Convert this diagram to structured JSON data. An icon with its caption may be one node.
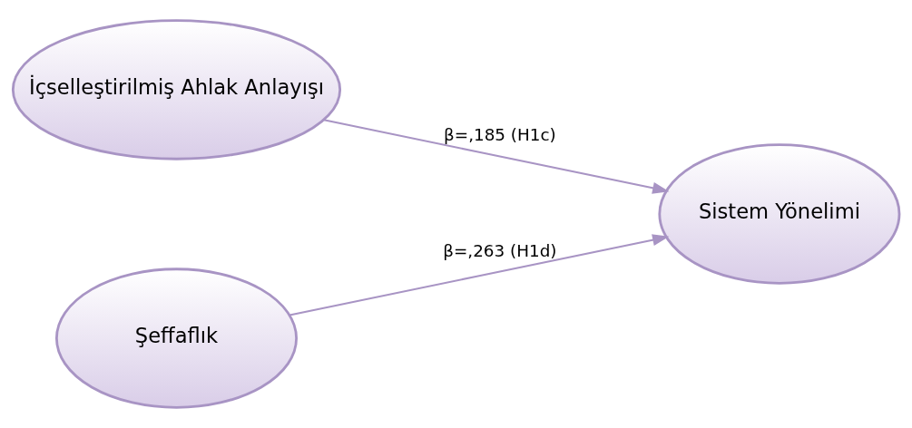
{
  "diagram": {
    "nodes": [
      {
        "text": [
          "İçselleştirilmiş Ahlak Anlayışı"
        ]
      },
      {
        "text": [
          "Sistem Yönelimi"
        ]
      },
      {
        "text": [
          "Şeffaflık"
        ]
      }
    ],
    "edges": [
      {
        "from": 0,
        "to": 1,
        "arrow": "to",
        "label": "β=,185 (H1c)"
      },
      {
        "from": 2,
        "to": 1,
        "arrow": "to",
        "label": "β=,263 (H1d)"
      }
    ]
  }
}
